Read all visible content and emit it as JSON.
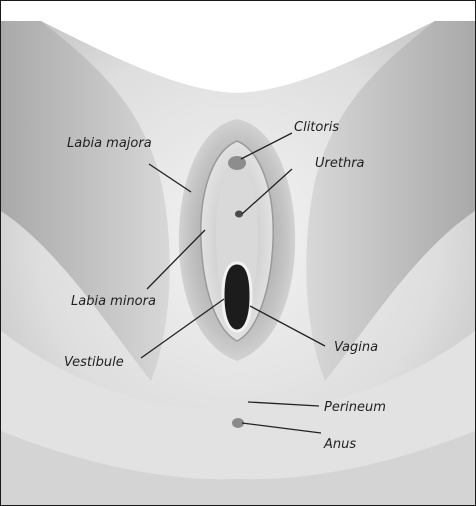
{
  "labels": {
    "clitoris": "Clitoris",
    "urethra": "Urethra",
    "labia_majora": "Labia majora",
    "labia_minora": "Labia minora",
    "vestibule": "Vestibule",
    "vagina": "Vagina",
    "perineum": "Perineum",
    "anus": "Anus"
  },
  "colors": {
    "border": "#1a1a1a",
    "skin_light": "#ececec",
    "skin_mid": "#cfcfcf",
    "skin_dark": "#8c8c8c",
    "opening": "#1c1c1c",
    "leader_line": "#222222"
  }
}
